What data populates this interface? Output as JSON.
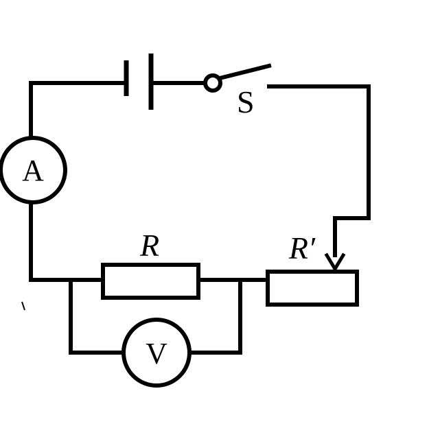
{
  "labels": {
    "switch": "S",
    "ammeter": "A",
    "voltmeter": "V",
    "resistor": "R",
    "rheostat": "R′"
  }
}
